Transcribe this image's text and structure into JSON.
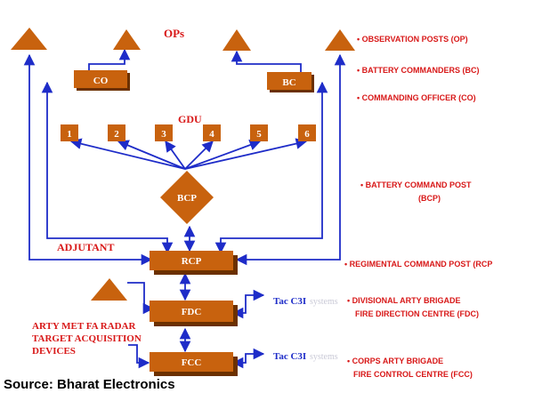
{
  "labels": {
    "ops": "OPs",
    "gdu": "GDU",
    "adjutant": "ADJUTANT",
    "arty_met_line1": "ARTY MET FA RADAR",
    "arty_met_line2": "TARGET ACQUISITION",
    "arty_met_line3": "DEVICES",
    "source": "Source: Bharat Electronics"
  },
  "nodes": {
    "co": "CO",
    "bc": "BC",
    "bcp": "BCP",
    "rcp": "RCP",
    "fdc": "FDC",
    "fcc": "FCC",
    "gdu_units": [
      "1",
      "2",
      "3",
      "4",
      "5",
      "6"
    ]
  },
  "tac_c3i": {
    "fdc_label": "Tac C3I",
    "fdc_suffix": "systems",
    "fcc_label": "Tac C3I",
    "fcc_suffix": "systems"
  },
  "legend": {
    "op": "• OBSERVATION POSTS (OP)",
    "bc": "• BATTERY COMMANDERS (BC)",
    "co": "• COMMANDING OFFICER (CO)",
    "bcp_line1": "• BATTERY COMMAND POST",
    "bcp_line2": "(BCP)",
    "rcp": "• REGIMENTAL COMMAND POST (RCP",
    "fdc_line1": "• DIVISIONAL ARTY BRIGADE",
    "fdc_line2": "FIRE DIRECTION CENTRE  (FDC)",
    "fcc_line1": "• CORPS ARTY BRIGADE",
    "fcc_line2": "FIRE CONTROL CENTRE (FCC)"
  },
  "colors": {
    "node_orange": "#c8620e",
    "node_shadow": "#6b3000",
    "arrow_blue": "#1e2cc8",
    "label_red": "#d81818"
  }
}
